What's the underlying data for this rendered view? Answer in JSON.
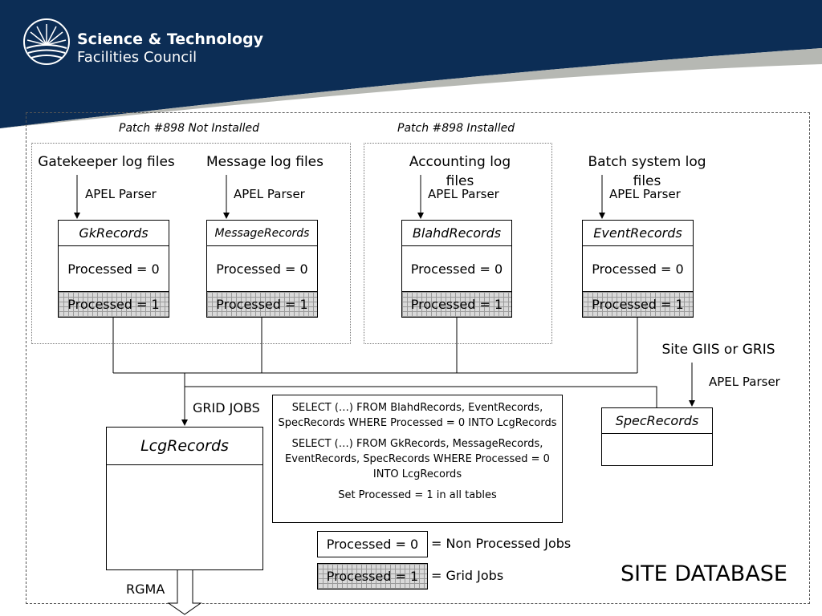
{
  "logo": {
    "title": "Science & Technology",
    "subtitle": "Facilities Council"
  },
  "colors": {
    "banner_navy": "#0c2d55",
    "banner_grey": "#b6b8b3",
    "hatch_grey": "#d9d9d9"
  },
  "patch_labels": {
    "not_installed": "Patch #898 Not Installed",
    "installed": "Patch #898 Installed"
  },
  "sources": {
    "gatekeeper": "Gatekeeper log files",
    "message": "Message log files",
    "accounting": "Accounting log files",
    "batch": "Batch system log files",
    "site_giis": "Site GIIS or GRIS"
  },
  "parser_label": "APEL Parser",
  "tables": {
    "gk": "GkRecords",
    "message": "MessageRecords",
    "blahd": "BlahdRecords",
    "event": "EventRecords",
    "spec": "SpecRecords",
    "lcg": "LcgRecords"
  },
  "processed_0": "Processed = 0",
  "processed_1": "Processed = 1",
  "grid_jobs_label": "GRID JOBS",
  "rgma_label": "RGMA",
  "sql": {
    "line1": "SELECT (…) FROM BlahdRecords, EventRecords, SpecRecords WHERE Processed = 0 INTO LcgRecords",
    "line2": "SELECT (…) FROM GkRecords, MessageRecords, EventRecords, SpecRecords WHERE Processed = 0 INTO LcgRecords",
    "line3": "Set Processed = 1 in all tables"
  },
  "legend": {
    "p0_meaning": "= Non Processed Jobs",
    "p1_meaning": "= Grid Jobs"
  },
  "site_database": "SITE DATABASE"
}
